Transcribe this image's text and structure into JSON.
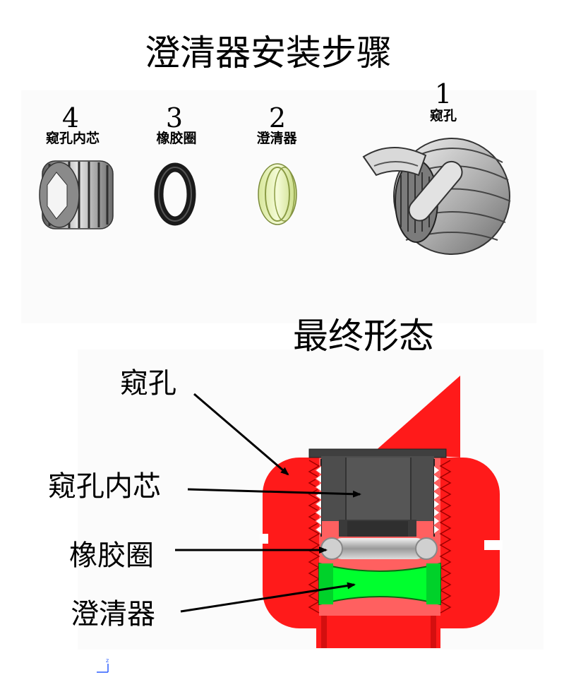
{
  "top": {
    "title": "澄清器安装步骤",
    "parts": [
      {
        "number": "4",
        "label": "窥孔内芯"
      },
      {
        "number": "3",
        "label": "橡胶圈"
      },
      {
        "number": "2",
        "label": "澄清器"
      },
      {
        "number": "1",
        "label": "窥孔"
      }
    ]
  },
  "bottom": {
    "title": "最终形态",
    "callouts": [
      {
        "label": "窥孔"
      },
      {
        "label": "窥孔内芯"
      },
      {
        "label": "橡胶圈"
      },
      {
        "label": "澄清器"
      }
    ],
    "axis_label": "z"
  },
  "colors": {
    "housing": "#ff1a1a",
    "housing_dark": "#d40f0f",
    "core": "#4d4d4d",
    "ring": "#bdbdbd",
    "clarifier": "#00ff2e",
    "clarifier_top": "#e9f5b3",
    "part_grey": "#9a9a9a"
  },
  "icons": [
    "viewport-core-3d-icon",
    "o-ring-3d-icon",
    "clarifier-ring-3d-icon",
    "viewport-body-3d-icon",
    "axis-triad-icon"
  ]
}
